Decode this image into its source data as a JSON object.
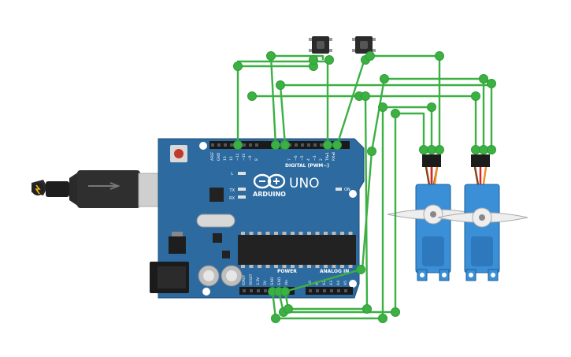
{
  "board": {
    "brand": "ARDUINO",
    "model": "UNO",
    "digital_header": "DIGITAL (PWM~)",
    "power_label": "POWER",
    "analog_label": "ANALOG IN",
    "on_label": "ON",
    "led_l": "L",
    "led_tx": "TX",
    "led_rx": "RX",
    "top_pins": [
      "AREF",
      "GND",
      "13",
      "12",
      "~11",
      "~10",
      "~9",
      "8",
      "7",
      "~6",
      "~5",
      "4",
      "~3",
      "2",
      "TX▸1",
      "RX◂0"
    ],
    "power_pins": [
      "IOREF",
      "RESET",
      "3.3V",
      "5V",
      "GND",
      "GND",
      "Vin"
    ],
    "analog_pins": [
      "A0",
      "A1",
      "A2",
      "A3",
      "A4",
      "A5"
    ]
  },
  "components": {
    "buttons": 2,
    "servos": 2
  },
  "colors": {
    "board": "#2c6aa0",
    "wire": "#3cb043",
    "wire_node": "#2e9e35",
    "servo_body": "#3a8fd6",
    "servo_dark": "#1f5f9a",
    "usb": "#3a3a3a"
  }
}
